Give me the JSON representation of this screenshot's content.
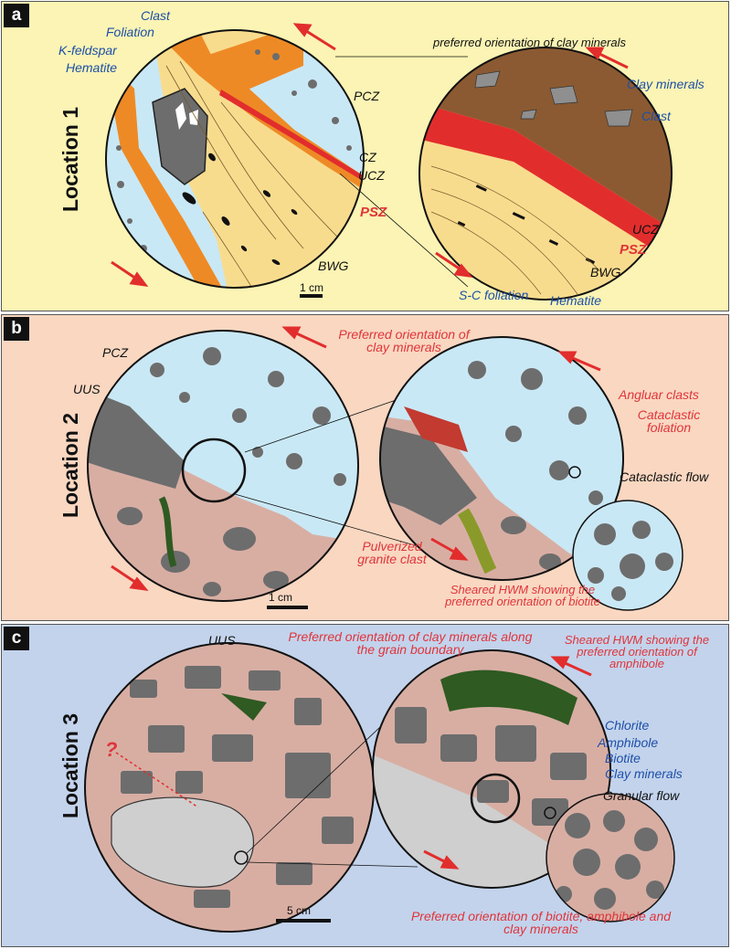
{
  "panels": {
    "a": {
      "letter": "a",
      "location": "Location 1",
      "labels": {
        "clast": "Clast",
        "foliation": "Foliation",
        "kfeldspar": "K-feldspar",
        "hematite": "Hematite",
        "pcz": "PCZ",
        "cz": "CZ",
        "ucz": "UCZ",
        "psz": "PSZ",
        "bwg": "BWG",
        "scale": "1 cm",
        "title_right": "preferred orientation of clay minerals",
        "clay_minerals": "Clay minerals",
        "clast_right": "Clast",
        "ucz_right": "UCZ",
        "psz_right": "PSZ",
        "bwg_right": "BWG",
        "sc_foliation": "S-C foliation",
        "hematite_right": "Hematite"
      }
    },
    "b": {
      "letter": "b",
      "location": "Location 2",
      "labels": {
        "pcz": "PCZ",
        "uus": "UUS",
        "pulverized": "Pulverized granite clast",
        "scale": "1 cm",
        "preferred_clay": "Preferred orientation of clay minerals",
        "angular": "Angluar clasts",
        "cataclastic_foliation": "Cataclastic foliation",
        "cataclastic_flow": "Cataclastic flow",
        "sheared_hwm": "Sheared HWM showing the preferred orientation of biotite"
      }
    },
    "c": {
      "letter": "c",
      "location": "Location 3",
      "labels": {
        "uus": "UUS",
        "question": "?",
        "scale": "5 cm",
        "clay_boundary": "Preferred orientation of clay minerals along the grain boundary",
        "sheared_amph": "Sheared HWM showing the preferred orientation of amphibole",
        "chlorite": "Chlorite",
        "amphibole": "Amphibole",
        "biotite": "Biotite",
        "clay_minerals": "Clay minerals",
        "granular_flow": "Granular flow",
        "bottom": "Preferred orientation of biotite, amphibole and clay minerals"
      }
    }
  },
  "colors": {
    "panel_a_bg": "#fbf4b4",
    "panel_b_bg": "#f9d7c1",
    "panel_c_bg": "#c3d3ec",
    "light_blue": "#c9e8f5",
    "orange": "#ee8a25",
    "yellow_gouge": "#f8dc8e",
    "brown": "#8b5a32",
    "red": "#e22d2d",
    "pink_matrix": "#d8aea3",
    "grey_clast": "#6d6d6d",
    "green": "#2f5a22"
  }
}
